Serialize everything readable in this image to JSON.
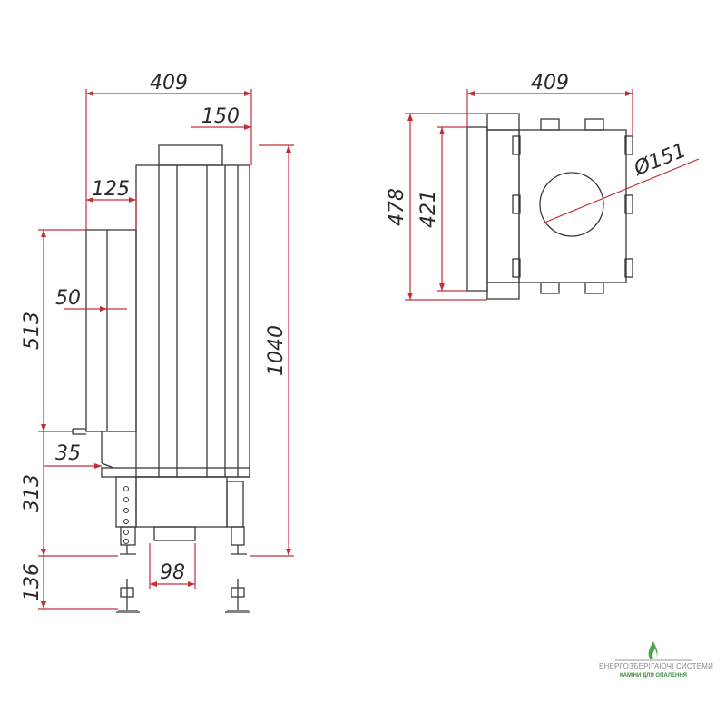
{
  "dimensions": {
    "front_width": "409",
    "top_flue_width": "150",
    "left_offset": "125",
    "door_height": "513",
    "door_depth": "50",
    "door_gap": "35",
    "base_height": "313",
    "leg_height": "136",
    "total_height": "1040",
    "bottom_outlet": "98",
    "plan_width": "409",
    "plan_depth_outer": "478",
    "plan_depth_inner": "421",
    "flue_diameter": "Ø151"
  },
  "colors": {
    "line": "#3a3a3a",
    "dimension": "#c0303a",
    "logo_green": "#3c8a3c"
  },
  "logo": {
    "line1": "ЕНЕРГОЗБЕРІГАЮЧІ СИСТЕМИ",
    "line2": "КАМІНИ ДЛЯ ОПАЛЕННЯ",
    "icon": "flame-leaf-icon"
  }
}
